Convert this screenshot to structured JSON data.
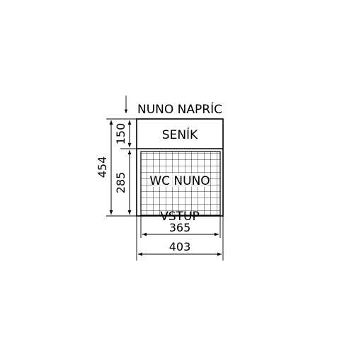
{
  "plan": {
    "title": "NUNO NAPRÍC",
    "hayloft_label": "SENÍK",
    "wc_label": "WC NUNO",
    "entrance_label": "VSTUP"
  },
  "dimensions": {
    "total_height": "454",
    "hayloft_height": "150",
    "wc_height": "285",
    "inner_width": "365",
    "outer_width": "403"
  },
  "colors": {
    "line": "#000000",
    "background": "#ffffff"
  }
}
